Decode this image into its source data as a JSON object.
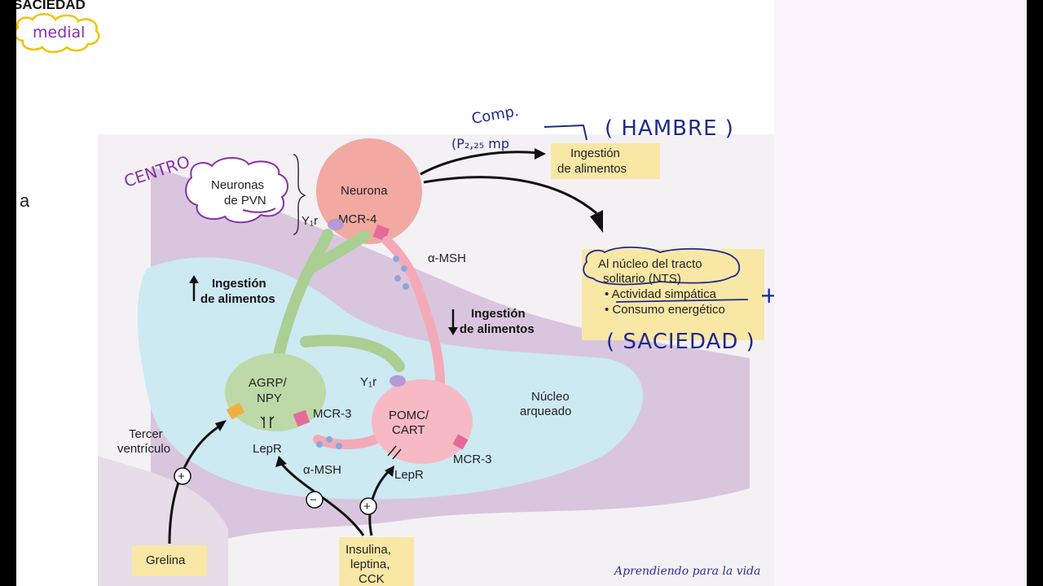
{
  "slide": {
    "title": "SACIEDAD",
    "title_tag": "medial",
    "side_letter": "a",
    "footer": "Aprendiendo para la vida"
  },
  "diagram": {
    "centro_note": "CENTRO",
    "pvn_label_line1": "Neuronas",
    "pvn_label_line2": "de PVN",
    "neurona": "Neurona",
    "y1r_top": "Y₁r",
    "mcr4": "MCR-4",
    "alpha_msh_top": "α-MSH",
    "ingestion_up_line1": "Ingestión",
    "ingestion_up_line2": "de alimentos",
    "ingestion_down_line1": "Ingestión",
    "ingestion_down_line2": "de alimentos",
    "agrp_line1": "AGRP/",
    "agrp_line2": "NPY",
    "y1r_mid": "Y₁r",
    "mcr3_left": "MCR-3",
    "pomc_line1": "POMC/",
    "pomc_line2": "CART",
    "mcr3_right": "MCR-3",
    "lepr_left": "LepR",
    "lepr_right": "LepR",
    "alpha_msh_bottom": "α-MSH",
    "nucleo_line1": "Núcleo",
    "nucleo_line2": "arqueado",
    "tercer_line1": "Tercer",
    "tercer_line2": "ventrículo",
    "plus": "+",
    "minus": "−",
    "grelina": "Grelina",
    "insulina_line1": "Insulina,",
    "insulina_line2": "leptina,",
    "insulina_line3": "CCK",
    "box_top_line1": "Ingestión",
    "box_top_line2": "de alimentos",
    "nts_line1": "Al núcleo del tracto",
    "nts_line2": "solitario (NTS)",
    "nts_item1": "• Actividad simpática",
    "nts_item2": "• Consumo energético",
    "hand_comp": "Comp.",
    "hand_paren": "(P₂,₂₅ mp",
    "hand_hambre": "( HAMBRE )",
    "hand_saciedad": "( SACIEDAD )",
    "hand_plus": "+"
  },
  "colors": {
    "purple_band": "#cdb6d4",
    "blue_region": "#cde9f2",
    "neuron_pink": "#f2a9a1",
    "agrp_green": "#bcd9a7",
    "pomc_pink": "#f7b9c4",
    "label_box": "#f9e7a6"
  }
}
